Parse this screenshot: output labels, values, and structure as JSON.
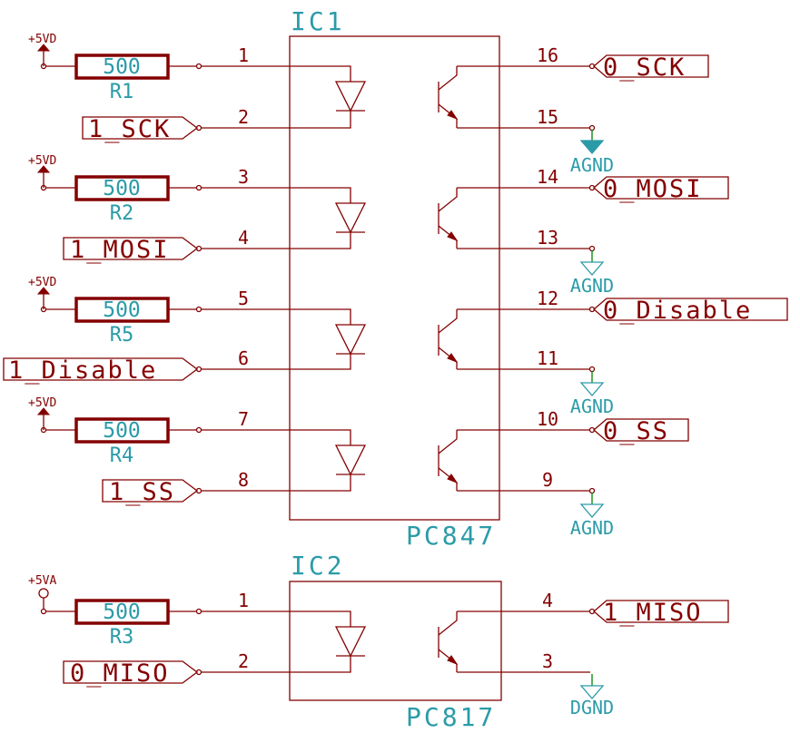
{
  "ics": [
    {
      "ref": "IC1",
      "part": "PC847"
    },
    {
      "ref": "IC2",
      "part": "PC817"
    }
  ],
  "resistors": [
    {
      "ref": "R1",
      "value": "500",
      "power": "+5VD"
    },
    {
      "ref": "R2",
      "value": "500",
      "power": "+5VD"
    },
    {
      "ref": "R5",
      "value": "500",
      "power": "+5VD"
    },
    {
      "ref": "R4",
      "value": "500",
      "power": "+5VD"
    },
    {
      "ref": "R3",
      "value": "500",
      "power": "+5VA"
    }
  ],
  "left_labels": [
    "1_SCK",
    "1_MOSI",
    "1_Disable",
    "1_SS",
    "0_MISO"
  ],
  "right_labels": [
    "0_SCK",
    "0_MOSI",
    "0_Disable",
    "0_SS",
    "1_MISO"
  ],
  "ic1_left_pins": [
    "1",
    "2",
    "3",
    "4",
    "5",
    "6",
    "7",
    "8"
  ],
  "ic1_right_pins": [
    "16",
    "15",
    "14",
    "13",
    "12",
    "11",
    "10",
    "9"
  ],
  "ic2_left_pins": [
    "1",
    "2"
  ],
  "ic2_right_pins": [
    "4",
    "3"
  ],
  "grounds": [
    "AGND",
    "AGND",
    "AGND",
    "AGND",
    "DGND"
  ],
  "colors": {
    "wire": "#840000",
    "text": "#2b9ba8",
    "ground_stub": "#008400"
  }
}
